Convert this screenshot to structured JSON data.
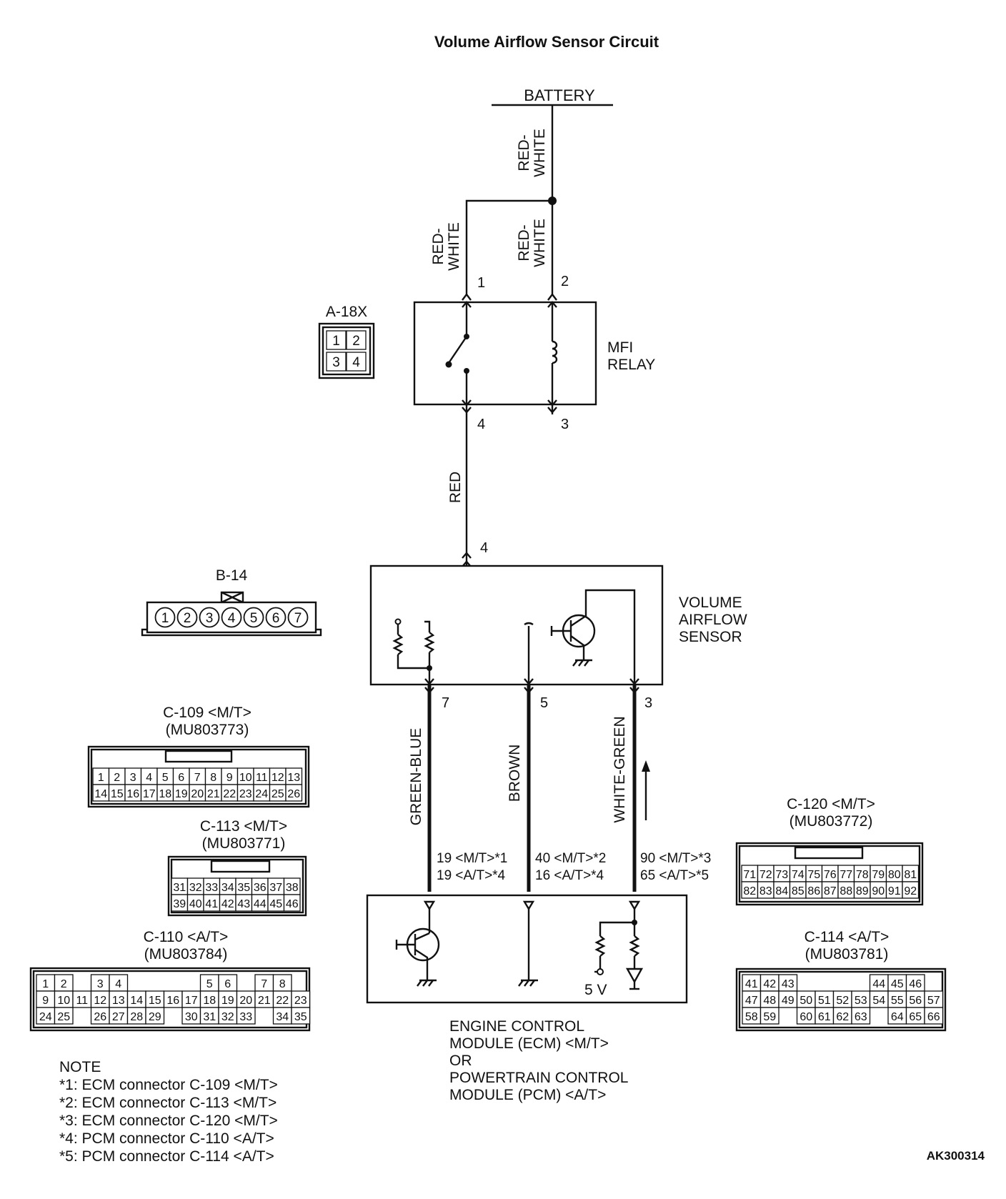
{
  "title": "Volume Airflow Sensor Circuit",
  "figure_id": "AK300314",
  "battery": "BATTERY",
  "wires": {
    "red_white": "RED-\nWHITE",
    "red": "RED",
    "green_blue": "GREEN-BLUE",
    "brown": "BROWN",
    "white_green": "WHITE-GREEN"
  },
  "relay": {
    "name": "MFI\nRELAY",
    "connector": "A-18X",
    "pins": [
      "1",
      "2",
      "3",
      "4"
    ]
  },
  "sensor": {
    "name": "VOLUME\nAIRFLOW\nSENSOR",
    "connector": "B-14",
    "pins": [
      "1",
      "2",
      "3",
      "4",
      "5",
      "6",
      "7"
    ],
    "term_4": "4",
    "term_7": "7",
    "term_5": "5",
    "term_3": "3"
  },
  "ecm_pins": {
    "p1a": "19 <M/T>*1",
    "p1b": "19 <A/T>*4",
    "p2a": "40 <M/T>*2",
    "p2b": "16 <A/T>*4",
    "p3a": "90 <M/T>*3",
    "p3b": "65 <A/T>*5"
  },
  "module": {
    "name": "ENGINE CONTROL\nMODULE (ECM) <M/T>\nOR\nPOWERTRAIN CONTROL\nMODULE (PCM) <A/T>",
    "voltage": "5 V"
  },
  "connectors": {
    "c109": {
      "title": "C-109 <M/T>",
      "part": "(MU803773)",
      "row1": [
        "1",
        "2",
        "3",
        "4",
        "5",
        "6",
        "7",
        "8",
        "9",
        "10",
        "11",
        "12",
        "13"
      ],
      "row2": [
        "14",
        "15",
        "16",
        "17",
        "18",
        "19",
        "20",
        "21",
        "22",
        "23",
        "24",
        "25",
        "26"
      ]
    },
    "c113": {
      "title": "C-113 <M/T>",
      "part": "(MU803771)",
      "row1": [
        "31",
        "32",
        "33",
        "34",
        "35",
        "36",
        "37",
        "38"
      ],
      "row2": [
        "39",
        "40",
        "41",
        "42",
        "43",
        "44",
        "45",
        "46"
      ]
    },
    "c110": {
      "title": "C-110 <A/T>",
      "part": "(MU803784)",
      "row1": [
        "1",
        "2",
        "",
        "3",
        "4",
        "",
        "",
        "",
        "",
        "5",
        "6",
        "",
        "7",
        "8"
      ],
      "row2": [
        "9",
        "10",
        "11",
        "12",
        "13",
        "14",
        "15",
        "16",
        "17",
        "18",
        "19",
        "20",
        "21",
        "22",
        "23"
      ],
      "row3": [
        "24",
        "25",
        "",
        "26",
        "27",
        "28",
        "29",
        "",
        "30",
        "31",
        "32",
        "33",
        "",
        "34",
        "35"
      ]
    },
    "c120": {
      "title": "C-120 <M/T>",
      "part": "(MU803772)",
      "row1": [
        "71",
        "72",
        "73",
        "74",
        "75",
        "76",
        "77",
        "78",
        "79",
        "80",
        "81"
      ],
      "row2": [
        "82",
        "83",
        "84",
        "85",
        "86",
        "87",
        "88",
        "89",
        "90",
        "91",
        "92"
      ]
    },
    "c114": {
      "title": "C-114 <A/T>",
      "part": "(MU803781)",
      "row1": [
        "41",
        "42",
        "43",
        "",
        "",
        "",
        "",
        "44",
        "45",
        "46"
      ],
      "row2": [
        "47",
        "48",
        "49",
        "50",
        "51",
        "52",
        "53",
        "54",
        "55",
        "56",
        "57"
      ],
      "row3": [
        "58",
        "59",
        "",
        "60",
        "61",
        "62",
        "63",
        "",
        "64",
        "65",
        "66"
      ]
    }
  },
  "note": {
    "heading": "NOTE",
    "lines": [
      "*1: ECM connector C-109 <M/T>",
      "*2: ECM connector C-113 <M/T>",
      "*3: ECM connector C-120 <M/T>",
      "*4: PCM connector C-110 <A/T>",
      "*5: PCM connector C-114 <A/T>"
    ]
  }
}
